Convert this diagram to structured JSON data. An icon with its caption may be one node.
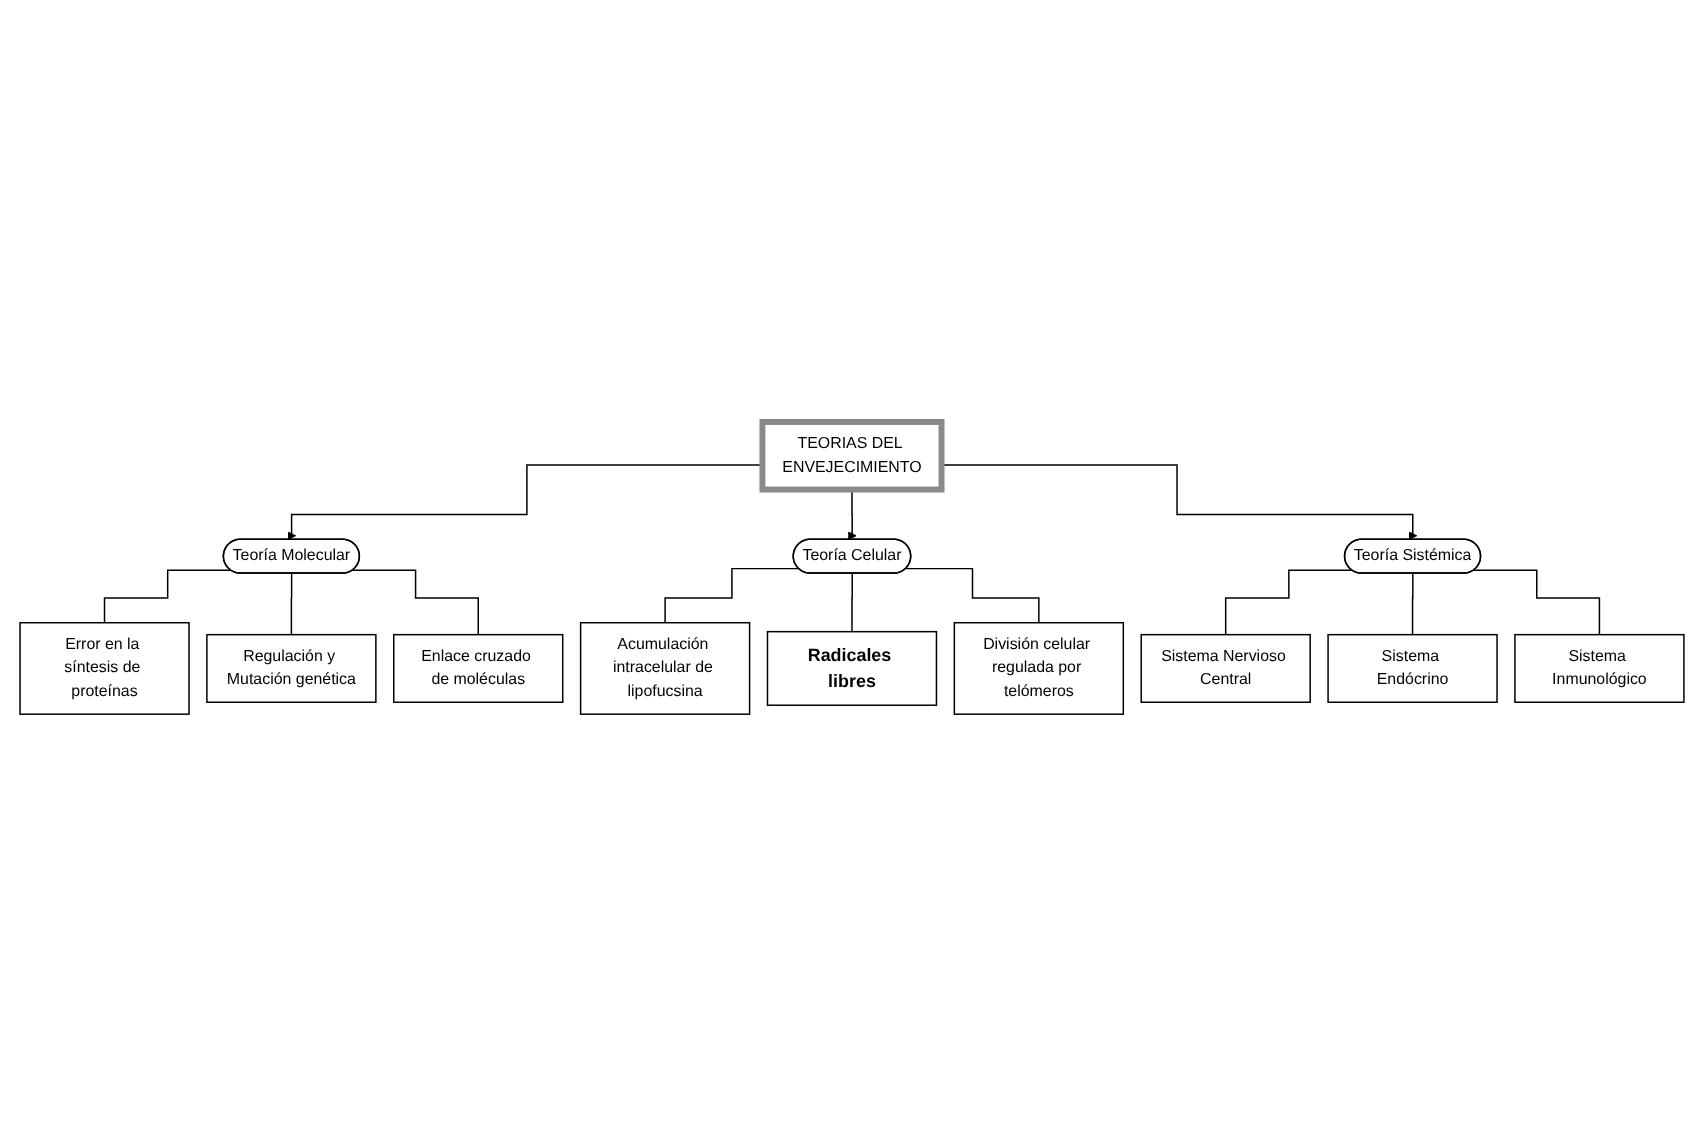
{
  "diagram": {
    "nodes": [
      {
        "text": [
          "TEORIAS DEL ENVEJECIMIENTO"
        ]
      },
      {
        "text": [
          "Teoría Molecular"
        ]
      },
      {
        "text": [
          "Error en la síntesis de proteínas"
        ]
      },
      {
        "text": [
          "Regulación y Mutación genética"
        ]
      },
      {
        "text": [
          "Enlace cruzado de moléculas"
        ]
      },
      {
        "text": [
          "Teoría Celular"
        ]
      },
      {
        "text": [
          "Acumulación intracelular de lipofucsina"
        ]
      },
      {
        "text": [
          "Radicales libres"
        ]
      },
      {
        "text": [
          "División celular regulada por telómeros"
        ]
      },
      {
        "text": [
          "Teoría Sistémica"
        ]
      },
      {
        "text": [
          "Sistema Nervioso Central"
        ]
      },
      {
        "text": [
          "Sistema Endócrino"
        ]
      },
      {
        "text": [
          "Sistema Inmunológico"
        ]
      }
    ],
    "edges": [
      {
        "from": 0,
        "to": 1,
        "arrow": "to"
      },
      {
        "from": 0,
        "to": 5,
        "arrow": "to"
      },
      {
        "from": 0,
        "to": 9,
        "arrow": "to"
      },
      {
        "from": 1,
        "to": 2,
        "arrow": "none"
      },
      {
        "from": 1,
        "to": 3,
        "arrow": "none"
      },
      {
        "from": 1,
        "to": 4,
        "arrow": "none"
      },
      {
        "from": 5,
        "to": 6,
        "arrow": "none"
      },
      {
        "from": 5,
        "to": 7,
        "arrow": "none"
      },
      {
        "from": 5,
        "to": 8,
        "arrow": "none"
      },
      {
        "from": 9,
        "to": 10,
        "arrow": "none"
      },
      {
        "from": 9,
        "to": 11,
        "arrow": "none"
      },
      {
        "from": 9,
        "to": 12,
        "arrow": "none"
      }
    ]
  }
}
